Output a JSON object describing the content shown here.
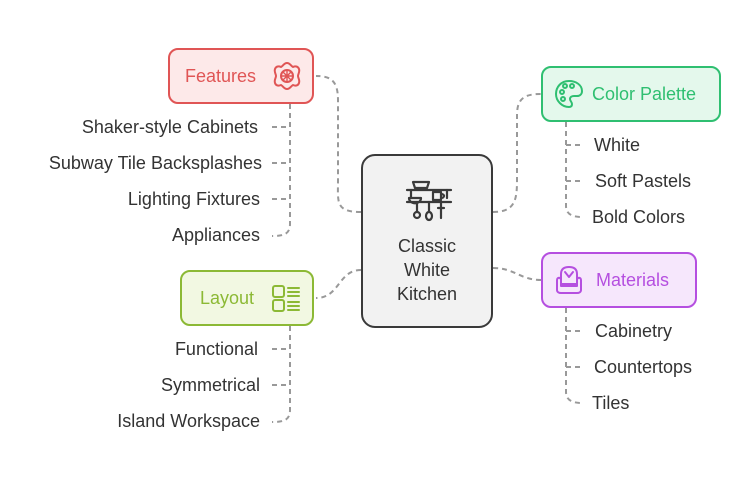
{
  "center": {
    "lines": [
      "Classic",
      "White",
      "Kitchen"
    ],
    "icon": "kitchen-shelf-icon"
  },
  "colors": {
    "features": "#e05555",
    "features_bg": "#fde9e9",
    "palette": "#2fbf71",
    "palette_bg": "#e4f8ec",
    "layout": "#8cb935",
    "layout_bg": "#f2f8e2",
    "materials": "#b54fe0",
    "materials_bg": "#f6e7fc",
    "center_border": "#3a3a3a",
    "center_bg": "#f2f2f2",
    "link": "#999999"
  },
  "branches": {
    "features": {
      "label": "Features",
      "icon": "flower-icon",
      "items": [
        "Shaker-style Cabinets",
        "Subway Tile Backsplashes",
        "Lighting Fixtures",
        "Appliances"
      ]
    },
    "palette": {
      "label": "Color Palette",
      "icon": "palette-icon",
      "items": [
        "White",
        "Soft Pastels",
        "Bold Colors"
      ]
    },
    "layout": {
      "label": "Layout",
      "icon": "layout-icon",
      "items": [
        "Functional",
        "Symmetrical",
        "Island Workspace"
      ]
    },
    "materials": {
      "label": "Materials",
      "icon": "car-seat-icon",
      "items": [
        "Cabinetry",
        "Countertops",
        "Tiles"
      ]
    }
  }
}
